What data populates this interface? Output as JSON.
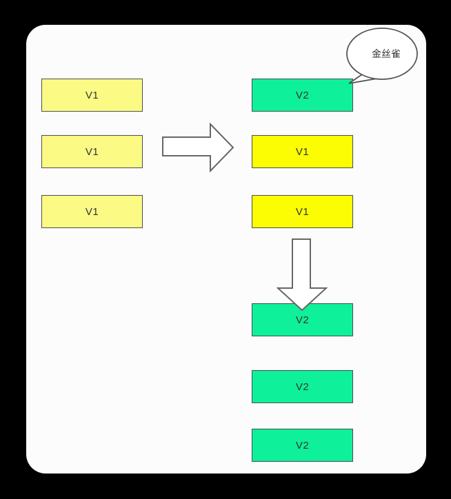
{
  "colors": {
    "background": "#000000",
    "canvas": "#fcfcfc",
    "pale_yellow": "#fafa85",
    "bright_yellow": "#fcfc03",
    "green": "#0ef09a",
    "box_border": "#4d4d4d",
    "arrow_outline": "#666666",
    "label_text": "#333333"
  },
  "left_column": {
    "boxes": [
      {
        "label": "V1"
      },
      {
        "label": "V1"
      },
      {
        "label": "V1"
      }
    ]
  },
  "right_column": {
    "boxes": [
      {
        "label": "V2"
      },
      {
        "label": "V1"
      },
      {
        "label": "V1"
      }
    ]
  },
  "bottom_column": {
    "boxes": [
      {
        "label": "V2"
      },
      {
        "label": "V2"
      },
      {
        "label": "V2"
      }
    ]
  },
  "callout": {
    "label": "金丝雀"
  }
}
